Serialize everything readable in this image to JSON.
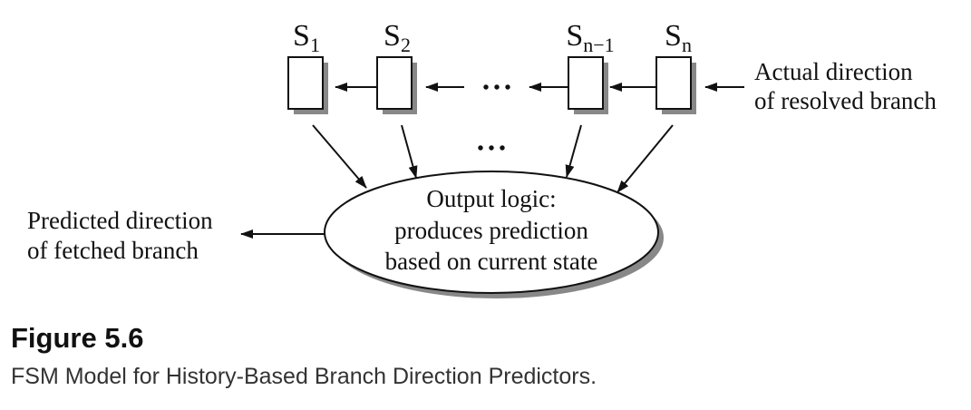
{
  "diagram": {
    "registers": [
      {
        "label": "S",
        "sub": "1"
      },
      {
        "label": "S",
        "sub": "2"
      },
      {
        "label": "S",
        "sub": "n−1"
      },
      {
        "label": "S",
        "sub": "n"
      }
    ],
    "ellipsis": "• • •",
    "input_label": {
      "line1": "Actual direction",
      "line2": "of resolved branch"
    },
    "output_label": {
      "line1": "Predicted direction",
      "line2": "of fetched branch"
    },
    "logic": {
      "line1": "Output logic:",
      "line2": "produces prediction",
      "line3": "based on current state"
    }
  },
  "caption": {
    "title": "Figure 5.6",
    "text": "FSM Model for History-Based Branch Direction Predictors."
  }
}
